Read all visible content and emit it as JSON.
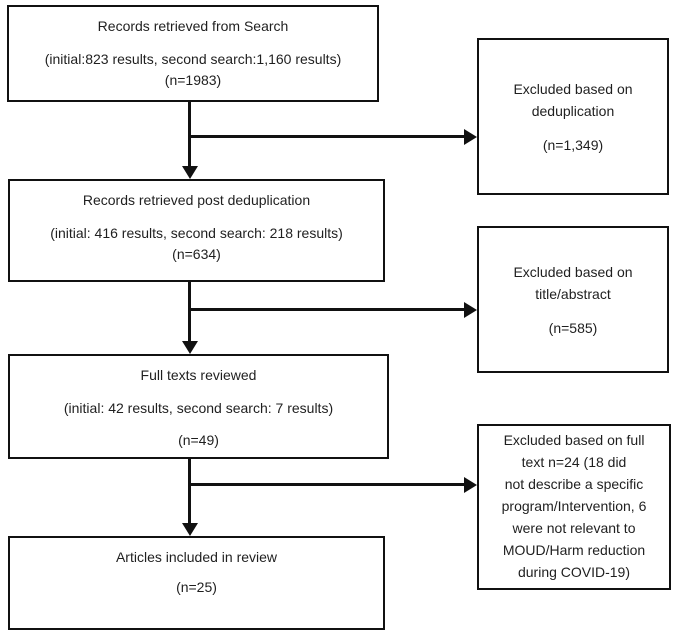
{
  "figure": {
    "type": "flowchart",
    "colors": {
      "background": "#ffffff",
      "line": "#111111",
      "text": "#1f1f1f"
    },
    "boxes": {
      "search": {
        "title": "Records retrieved from Search",
        "detail": "(initial:823 results, second search:1,160 results)",
        "count": "(n=1983)"
      },
      "post_dedup": {
        "title": "Records retrieved post deduplication",
        "detail": "(initial: 416 results, second search: 218 results)",
        "count": "(n=634)"
      },
      "full_texts": {
        "title": "Full texts reviewed",
        "detail": "(initial: 42 results, second search: 7 results)",
        "count": "(n=49)"
      },
      "included": {
        "title": "Articles included in review",
        "count": "(n=25)"
      },
      "excluded_dedup": {
        "title": "Excluded based on\ndeduplication",
        "count": "(n=1,349)"
      },
      "excluded_title_abstract": {
        "title": "Excluded based on\ntitle/abstract",
        "count": "(n=585)"
      },
      "excluded_full_text": {
        "text": "Excluded based on full\ntext n=24 (18 did\nnot describe a specific\nprogram/Intervention, 6\nwere not relevant to\nMOUD/Harm reduction\nduring COVID-19)"
      }
    }
  }
}
